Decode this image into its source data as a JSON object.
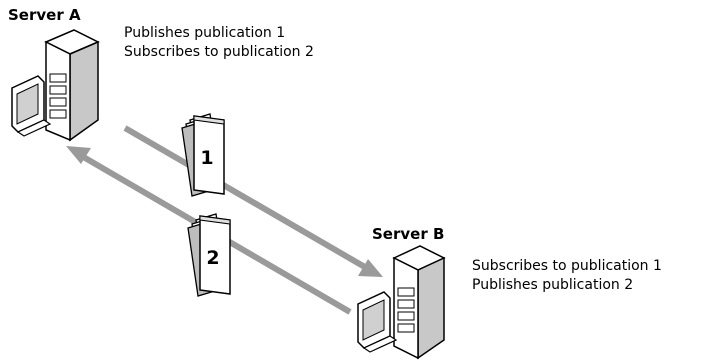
{
  "server_a": {
    "title": "Server A",
    "lines": [
      "Publishes publication 1",
      "Subscribes to publication 2"
    ]
  },
  "server_b": {
    "title": "Server B",
    "lines": [
      "Subscribes to publication 1",
      "Publishes publication 2"
    ]
  },
  "publications": {
    "pub1_label": "1",
    "pub2_label": "2"
  },
  "icons": {
    "server": "server-computer-icon",
    "publication": "document-stack-icon",
    "flow": "arrow"
  },
  "colors": {
    "arrow": "#9a9a9a",
    "outline": "#000000",
    "fill": "#ffffff",
    "shade": "#b8b8b8"
  }
}
